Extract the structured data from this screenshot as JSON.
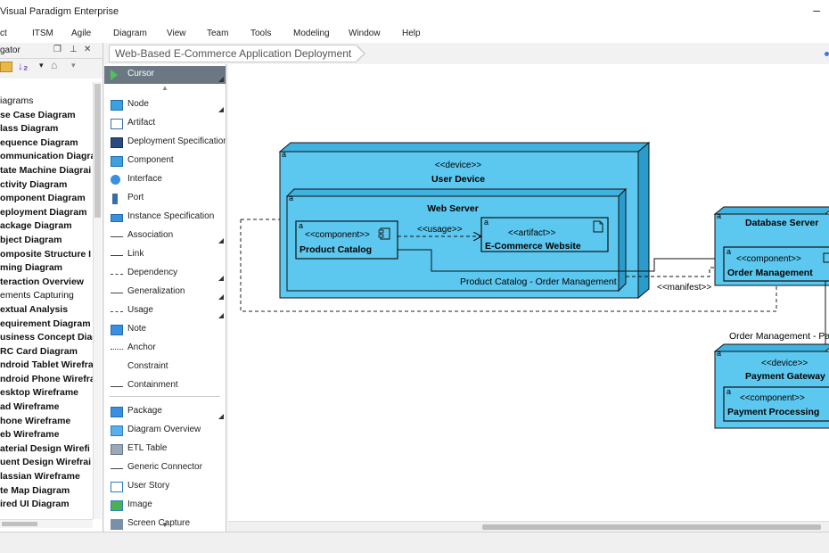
{
  "app": {
    "title": "Visual Paradigm Enterprise",
    "min": "–"
  },
  "menu": [
    "ct",
    "ITSM",
    "Agile",
    "Diagram",
    "View",
    "Team",
    "Tools",
    "Modeling",
    "Window",
    "Help"
  ],
  "breadcrumb": "Web-Based E-Commerce Application Deployment",
  "navigator": {
    "title": "gator",
    "items": [
      {
        "label": "iagrams",
        "bold": false
      },
      {
        "label": "se Case Diagram",
        "bold": true
      },
      {
        "label": "lass Diagram",
        "bold": true
      },
      {
        "label": "equence Diagram",
        "bold": true
      },
      {
        "label": "ommunication Diagra",
        "bold": true
      },
      {
        "label": "tate Machine Diagrai",
        "bold": true
      },
      {
        "label": "ctivity Diagram",
        "bold": true
      },
      {
        "label": "omponent Diagram",
        "bold": true
      },
      {
        "label": "eployment Diagram",
        "bold": true
      },
      {
        "label": "ackage Diagram",
        "bold": true
      },
      {
        "label": "bject Diagram",
        "bold": true
      },
      {
        "label": "omposite Structure I",
        "bold": true
      },
      {
        "label": "ming Diagram",
        "bold": true
      },
      {
        "label": "teraction Overview",
        "bold": true
      },
      {
        "label": "ements Capturing",
        "bold": false
      },
      {
        "label": "extual Analysis",
        "bold": true
      },
      {
        "label": "equirement Diagram",
        "bold": true
      },
      {
        "label": "usiness Concept Diag",
        "bold": true
      },
      {
        "label": "RC Card Diagram",
        "bold": true
      },
      {
        "label": "ndroid Tablet Wirefra",
        "bold": true
      },
      {
        "label": "ndroid Phone Wirefra",
        "bold": true
      },
      {
        "label": "esktop Wireframe",
        "bold": true
      },
      {
        "label": "ad Wireframe",
        "bold": true
      },
      {
        "label": "hone Wireframe",
        "bold": true
      },
      {
        "label": "eb Wireframe",
        "bold": true
      },
      {
        "label": "aterial Design Wirefi",
        "bold": true
      },
      {
        "label": "uent Design Wirefrai",
        "bold": true
      },
      {
        "label": "lassian Wireframe",
        "bold": true
      },
      {
        "label": "te Map Diagram",
        "bold": true
      },
      {
        "label": "ired UI Diagram",
        "bold": true
      }
    ]
  },
  "palette": {
    "items": [
      {
        "label": "Cursor",
        "icon": "cursor-icon",
        "more": true
      },
      {
        "label": "Node",
        "icon": "node-icon",
        "more": true
      },
      {
        "label": "Artifact",
        "icon": "artifact-icon",
        "more": false
      },
      {
        "label": "Deployment Specification",
        "icon": "deployment-spec-icon",
        "more": false
      },
      {
        "label": "Component",
        "icon": "component-icon",
        "more": false
      },
      {
        "label": "Interface",
        "icon": "interface-icon",
        "more": false
      },
      {
        "label": "Port",
        "icon": "port-icon",
        "more": false
      },
      {
        "label": "Instance Specification",
        "icon": "instance-spec-icon",
        "more": false
      },
      {
        "label": "Association",
        "icon": "association-icon",
        "more": true
      },
      {
        "label": "Link",
        "icon": "link-icon",
        "more": false
      },
      {
        "label": "Dependency",
        "icon": "dependency-icon",
        "more": true
      },
      {
        "label": "Generalization",
        "icon": "generalization-icon",
        "more": true
      },
      {
        "label": "Usage",
        "icon": "usage-icon",
        "more": true
      },
      {
        "label": "Note",
        "icon": "note-icon",
        "more": false
      },
      {
        "label": "Anchor",
        "icon": "anchor-icon",
        "more": false
      },
      {
        "label": "Constraint",
        "icon": "constraint-icon",
        "more": false
      },
      {
        "label": "Containment",
        "icon": "containment-icon",
        "more": false
      },
      {
        "label": "Package",
        "icon": "package-icon",
        "more": true
      },
      {
        "label": "Diagram Overview",
        "icon": "diagram-overview-icon",
        "more": false
      },
      {
        "label": "ETL Table",
        "icon": "etl-table-icon",
        "more": false
      },
      {
        "label": "Generic Connector",
        "icon": "generic-connector-icon",
        "more": false
      },
      {
        "label": "User Story",
        "icon": "user-story-icon",
        "more": false
      },
      {
        "label": "Image",
        "icon": "image-icon",
        "more": false
      },
      {
        "label": "Screen Capture",
        "icon": "screen-capture-icon",
        "more": false
      }
    ]
  },
  "diagram": {
    "user_device": {
      "stereo": "<<device>>",
      "name": "User Device",
      "corner": "a"
    },
    "web_server": {
      "name": "Web Server",
      "corner": "a"
    },
    "product_catalog": {
      "stereo": "<<component>>",
      "name": "Product Catalog",
      "corner": "a"
    },
    "ecommerce_site": {
      "stereo": "<<artifact>>",
      "name": "E-Commerce Website",
      "corner": "a"
    },
    "usage_label": "<<usage>>",
    "link_label": "Product Catalog - Order Management",
    "manifest_label": "<<manifest>>",
    "database_server": {
      "name": "Database Server",
      "corner": "a"
    },
    "order_management": {
      "stereo": "<<component>>",
      "name": "Order Management",
      "corner": "a"
    },
    "om_pg_label": "Order Management - Pa",
    "payment_gateway": {
      "stereo": "<<device>>",
      "name": "Payment Gateway",
      "corner": "a"
    },
    "payment_processing": {
      "stereo": "<<component>>",
      "name": "Payment Processing",
      "corner": "a"
    },
    "colors": {
      "node_fill": "#5cc8f0",
      "node_top": "#3fb2e0",
      "border": "#1a1a1a"
    }
  }
}
